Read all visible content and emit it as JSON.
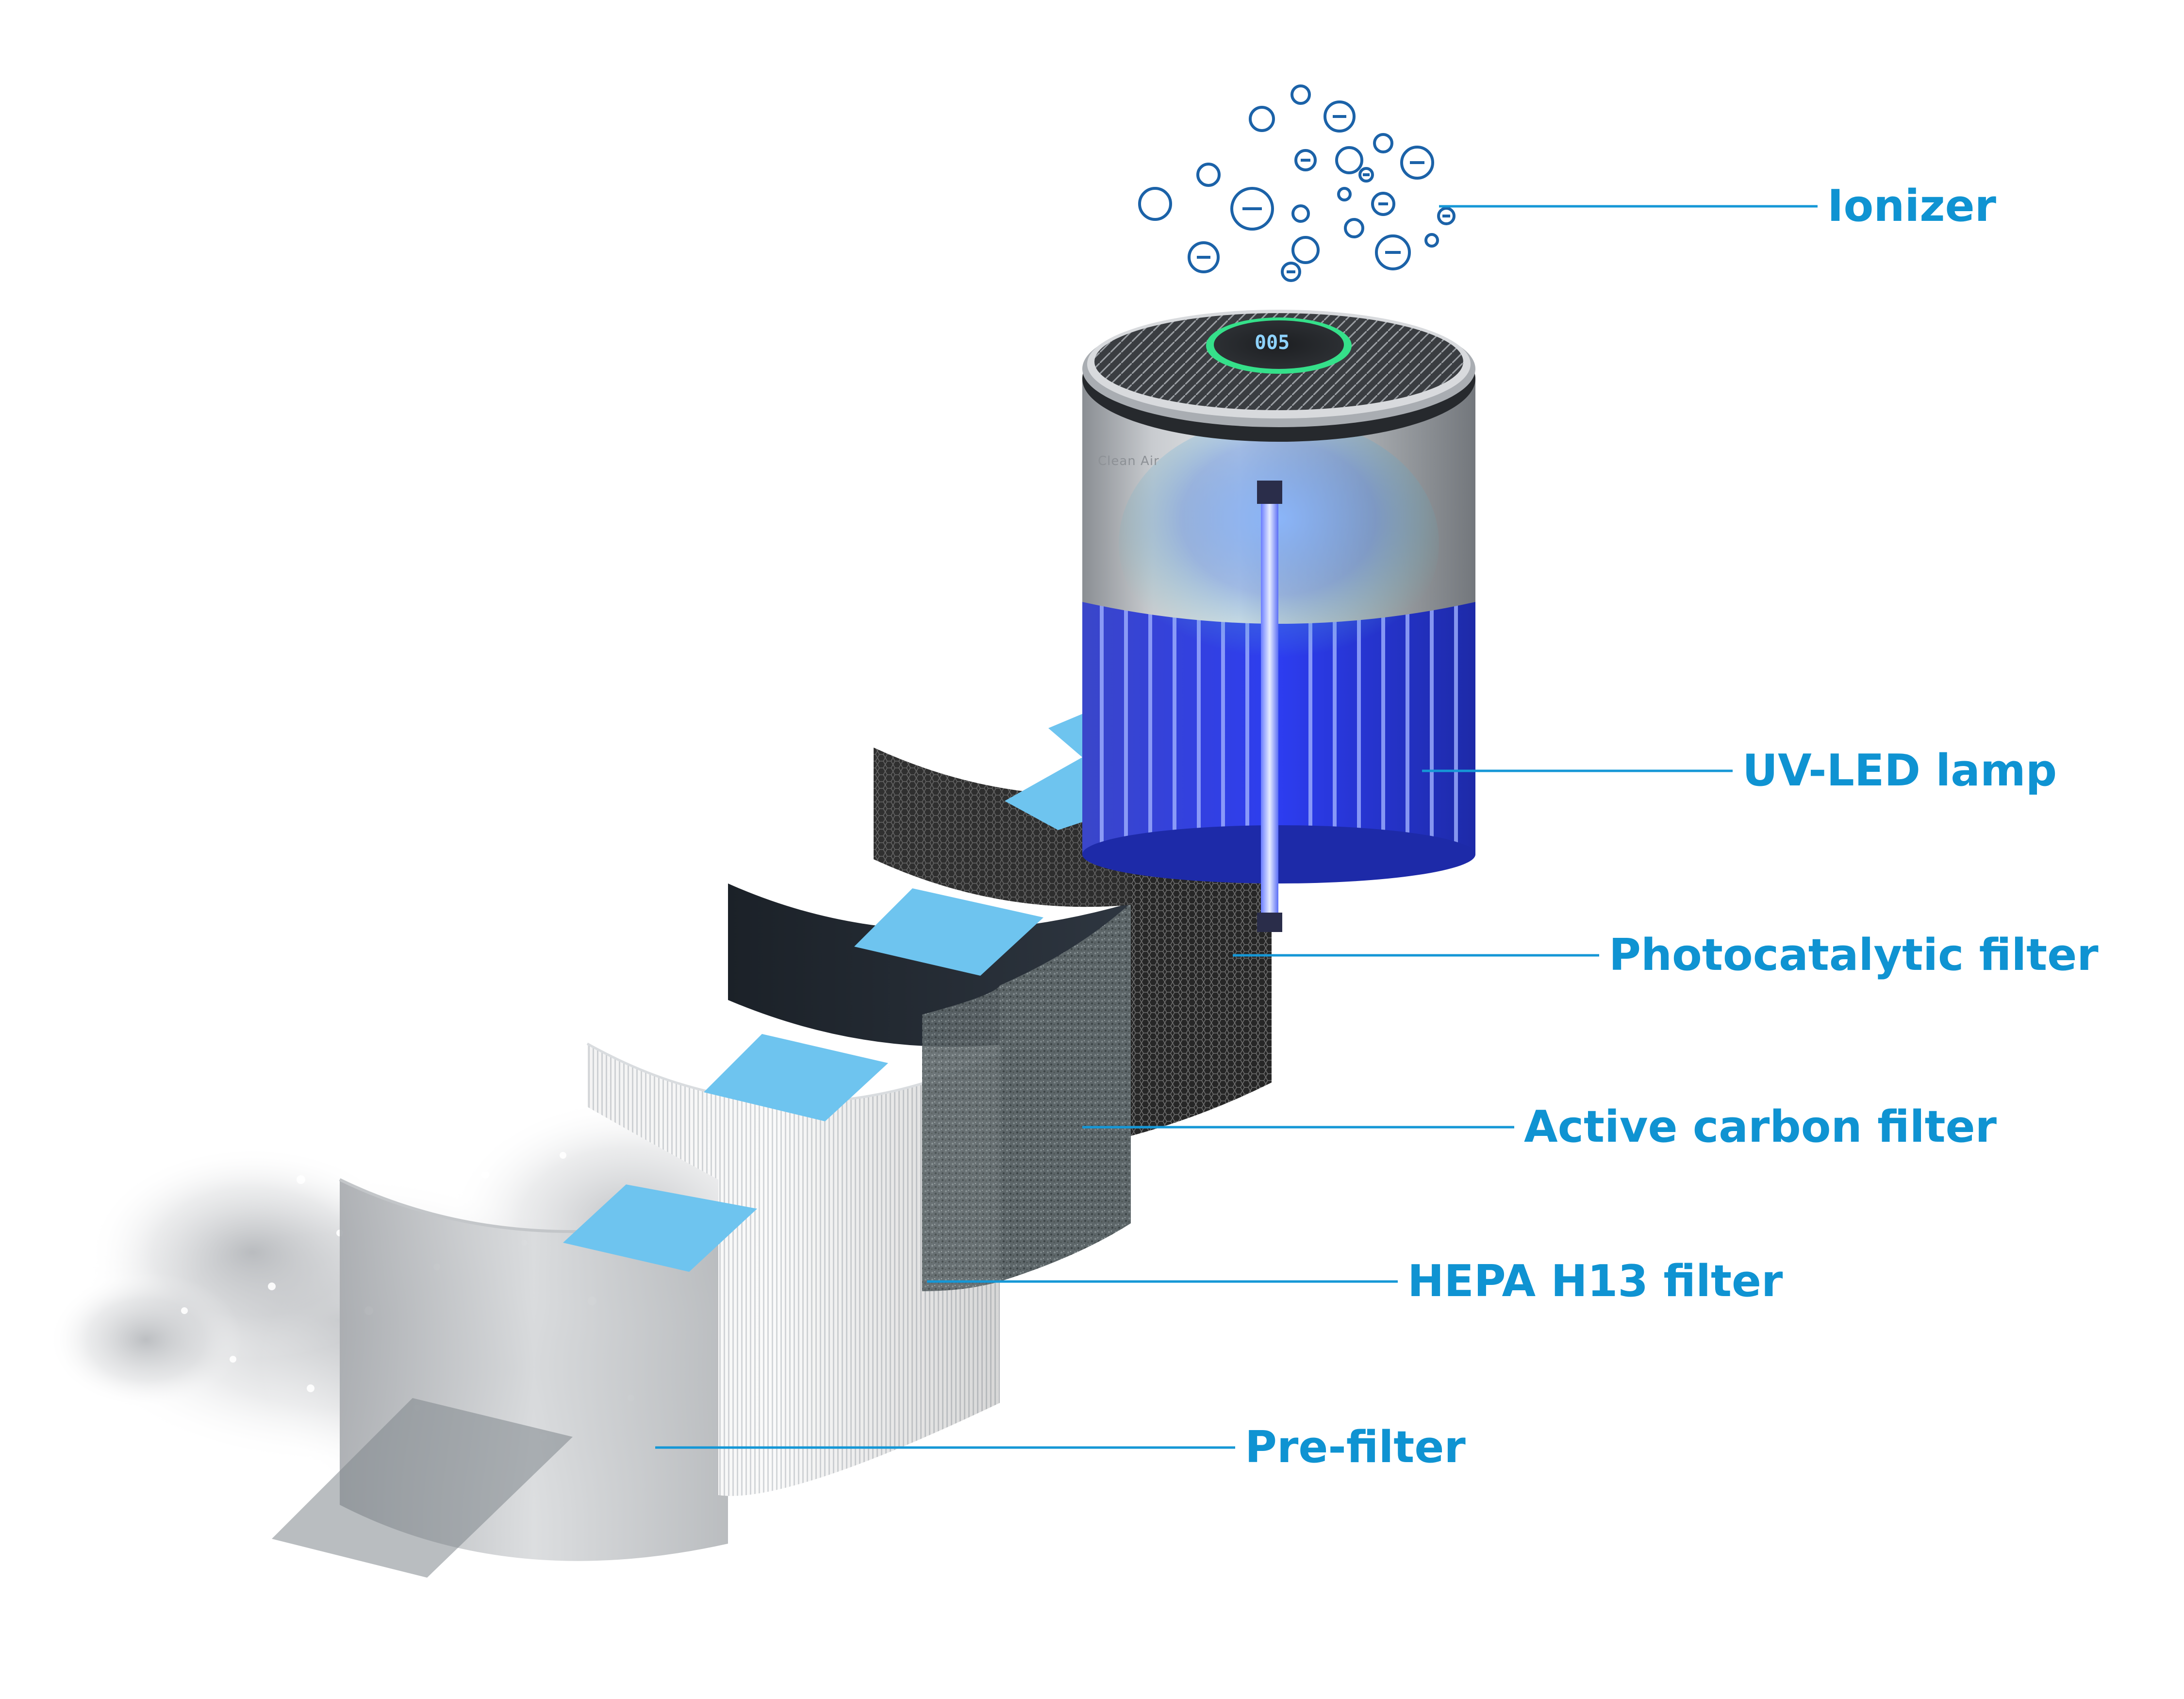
{
  "colors": {
    "label": "#0f93d2",
    "leader_line": "#1597d6",
    "arrow": "#6ec4ef",
    "ion": "#1b62a8",
    "uv_glow": "#3d5cff",
    "housing": "#b7bbc0",
    "grille": "#2f3236",
    "display_ring": "#35e08a"
  },
  "icons": {
    "ion": "circle-with-minus",
    "flow": "upward-arrow"
  },
  "labels": {
    "ionizer": "Ionizer",
    "uv_led_lamp": "UV-LED lamp",
    "photocatalytic_filter": "Photocatalytic filter",
    "active_carbon_filter": "Active carbon filter",
    "hepa_h13_filter": "HEPA H13 filter",
    "pre_filter": "Pre-filter"
  },
  "device": {
    "brand": "Clean Air",
    "display_reading": "005"
  }
}
